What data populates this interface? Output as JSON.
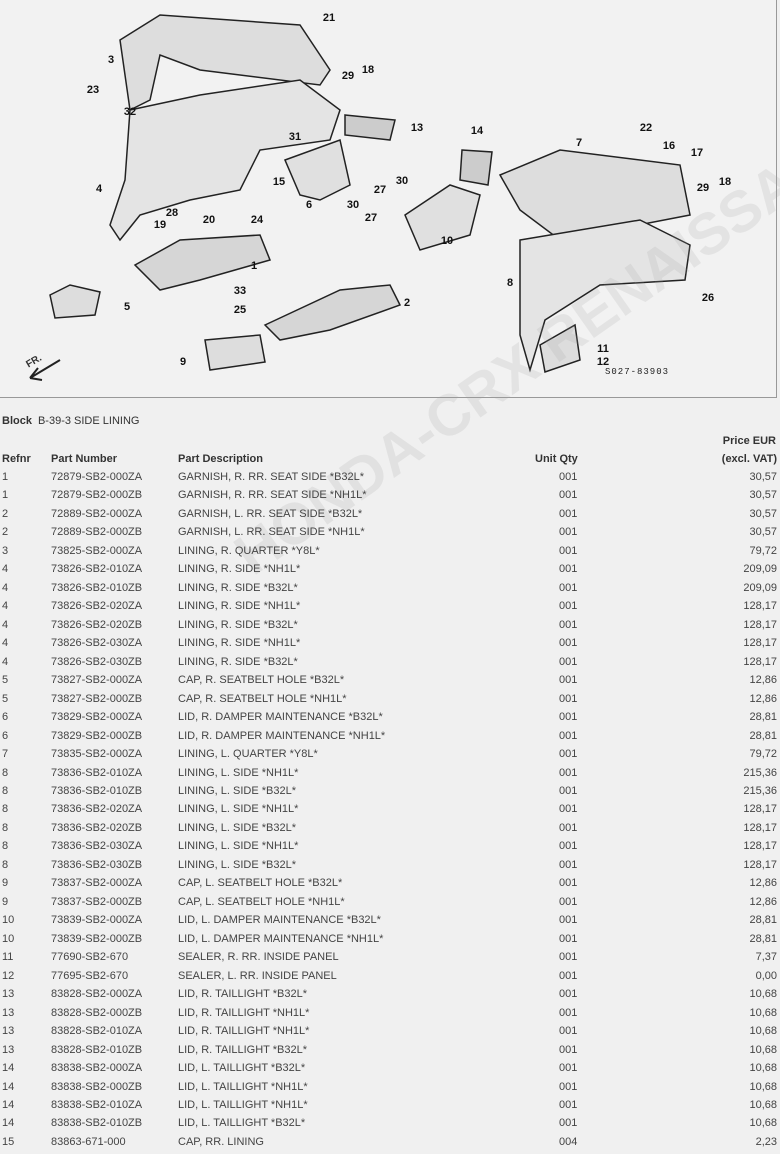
{
  "diagram": {
    "code": "S027-83903",
    "front_label": "FR.",
    "watermark": "HONDA-CRX RENAISSANCE",
    "callouts": [
      "21",
      "3",
      "23",
      "29",
      "18",
      "32",
      "13",
      "31",
      "14",
      "7",
      "22",
      "16",
      "17",
      "4",
      "15",
      "6",
      "30",
      "27",
      "30",
      "27",
      "19",
      "28",
      "20",
      "24",
      "10",
      "29",
      "18",
      "1",
      "8",
      "33",
      "5",
      "25",
      "2",
      "26",
      "9",
      "11",
      "12"
    ]
  },
  "block": {
    "label": "Block",
    "value": "B-39-3 SIDE LINING"
  },
  "headers": {
    "refnr": "Refnr",
    "part_number": "Part Number",
    "description": "Part Description",
    "qty": "Unit Qty",
    "price_line1": "Price EUR",
    "price_line2": "(excl. VAT)"
  },
  "rows": [
    {
      "ref": "1",
      "pn": "72879-SB2-000ZA",
      "desc": "GARNISH, R. RR. SEAT SIDE *B32L*",
      "qty": "001",
      "price": "30,57"
    },
    {
      "ref": "1",
      "pn": "72879-SB2-000ZB",
      "desc": "GARNISH, R. RR. SEAT SIDE *NH1L*",
      "qty": "001",
      "price": "30,57"
    },
    {
      "ref": "2",
      "pn": "72889-SB2-000ZA",
      "desc": "GARNISH, L. RR. SEAT SIDE *B32L*",
      "qty": "001",
      "price": "30,57"
    },
    {
      "ref": "2",
      "pn": "72889-SB2-000ZB",
      "desc": "GARNISH, L. RR. SEAT SIDE *NH1L*",
      "qty": "001",
      "price": "30,57"
    },
    {
      "ref": "3",
      "pn": "73825-SB2-000ZA",
      "desc": "LINING, R. QUARTER *Y8L*",
      "qty": "001",
      "price": "79,72"
    },
    {
      "ref": "4",
      "pn": "73826-SB2-010ZA",
      "desc": "LINING, R. SIDE *NH1L*",
      "qty": "001",
      "price": "209,09"
    },
    {
      "ref": "4",
      "pn": "73826-SB2-010ZB",
      "desc": "LINING, R. SIDE *B32L*",
      "qty": "001",
      "price": "209,09"
    },
    {
      "ref": "4",
      "pn": "73826-SB2-020ZA",
      "desc": "LINING, R. SIDE *NH1L*",
      "qty": "001",
      "price": "128,17"
    },
    {
      "ref": "4",
      "pn": "73826-SB2-020ZB",
      "desc": "LINING, R. SIDE *B32L*",
      "qty": "001",
      "price": "128,17"
    },
    {
      "ref": "4",
      "pn": "73826-SB2-030ZA",
      "desc": "LINING, R. SIDE *NH1L*",
      "qty": "001",
      "price": "128,17"
    },
    {
      "ref": "4",
      "pn": "73826-SB2-030ZB",
      "desc": "LINING, R. SIDE *B32L*",
      "qty": "001",
      "price": "128,17"
    },
    {
      "ref": "5",
      "pn": "73827-SB2-000ZA",
      "desc": "CAP, R. SEATBELT HOLE *B32L*",
      "qty": "001",
      "price": "12,86"
    },
    {
      "ref": "5",
      "pn": "73827-SB2-000ZB",
      "desc": "CAP, R. SEATBELT HOLE *NH1L*",
      "qty": "001",
      "price": "12,86"
    },
    {
      "ref": "6",
      "pn": "73829-SB2-000ZA",
      "desc": "LID, R. DAMPER MAINTENANCE *B32L*",
      "qty": "001",
      "price": "28,81"
    },
    {
      "ref": "6",
      "pn": "73829-SB2-000ZB",
      "desc": "LID, R. DAMPER MAINTENANCE *NH1L*",
      "qty": "001",
      "price": "28,81"
    },
    {
      "ref": "7",
      "pn": "73835-SB2-000ZA",
      "desc": "LINING, L. QUARTER *Y8L*",
      "qty": "001",
      "price": "79,72"
    },
    {
      "ref": "8",
      "pn": "73836-SB2-010ZA",
      "desc": "LINING, L. SIDE *NH1L*",
      "qty": "001",
      "price": "215,36"
    },
    {
      "ref": "8",
      "pn": "73836-SB2-010ZB",
      "desc": "LINING, L. SIDE *B32L*",
      "qty": "001",
      "price": "215,36"
    },
    {
      "ref": "8",
      "pn": "73836-SB2-020ZA",
      "desc": "LINING, L. SIDE *NH1L*",
      "qty": "001",
      "price": "128,17"
    },
    {
      "ref": "8",
      "pn": "73836-SB2-020ZB",
      "desc": "LINING, L. SIDE *B32L*",
      "qty": "001",
      "price": "128,17"
    },
    {
      "ref": "8",
      "pn": "73836-SB2-030ZA",
      "desc": "LINING, L. SIDE *NH1L*",
      "qty": "001",
      "price": "128,17"
    },
    {
      "ref": "8",
      "pn": "73836-SB2-030ZB",
      "desc": "LINING, L. SIDE *B32L*",
      "qty": "001",
      "price": "128,17"
    },
    {
      "ref": "9",
      "pn": "73837-SB2-000ZA",
      "desc": "CAP, L. SEATBELT HOLE *B32L*",
      "qty": "001",
      "price": "12,86"
    },
    {
      "ref": "9",
      "pn": "73837-SB2-000ZB",
      "desc": "CAP, L. SEATBELT HOLE *NH1L*",
      "qty": "001",
      "price": "12,86"
    },
    {
      "ref": "10",
      "pn": "73839-SB2-000ZA",
      "desc": "LID, L. DAMPER MAINTENANCE *B32L*",
      "qty": "001",
      "price": "28,81"
    },
    {
      "ref": "10",
      "pn": "73839-SB2-000ZB",
      "desc": "LID, L. DAMPER MAINTENANCE *NH1L*",
      "qty": "001",
      "price": "28,81"
    },
    {
      "ref": "11",
      "pn": "77690-SB2-670",
      "desc": "SEALER, R. RR. INSIDE PANEL",
      "qty": "001",
      "price": "7,37"
    },
    {
      "ref": "12",
      "pn": "77695-SB2-670",
      "desc": "SEALER, L. RR. INSIDE PANEL",
      "qty": "001",
      "price": "0,00"
    },
    {
      "ref": "13",
      "pn": "83828-SB2-000ZA",
      "desc": "LID, R. TAILLIGHT *B32L*",
      "qty": "001",
      "price": "10,68"
    },
    {
      "ref": "13",
      "pn": "83828-SB2-000ZB",
      "desc": "LID, R. TAILLIGHT *NH1L*",
      "qty": "001",
      "price": "10,68"
    },
    {
      "ref": "13",
      "pn": "83828-SB2-010ZA",
      "desc": "LID, R. TAILLIGHT *NH1L*",
      "qty": "001",
      "price": "10,68"
    },
    {
      "ref": "13",
      "pn": "83828-SB2-010ZB",
      "desc": "LID, R. TAILLIGHT *B32L*",
      "qty": "001",
      "price": "10,68"
    },
    {
      "ref": "14",
      "pn": "83838-SB2-000ZA",
      "desc": "LID, L. TAILLIGHT *B32L*",
      "qty": "001",
      "price": "10,68"
    },
    {
      "ref": "14",
      "pn": "83838-SB2-000ZB",
      "desc": "LID, L. TAILLIGHT *NH1L*",
      "qty": "001",
      "price": "10,68"
    },
    {
      "ref": "14",
      "pn": "83838-SB2-010ZA",
      "desc": "LID, L. TAILLIGHT *NH1L*",
      "qty": "001",
      "price": "10,68"
    },
    {
      "ref": "14",
      "pn": "83838-SB2-010ZB",
      "desc": "LID, L. TAILLIGHT *B32L*",
      "qty": "001",
      "price": "10,68"
    },
    {
      "ref": "15",
      "pn": "83863-671-000",
      "desc": "CAP, RR. LINING",
      "qty": "004",
      "price": "2,23"
    }
  ]
}
